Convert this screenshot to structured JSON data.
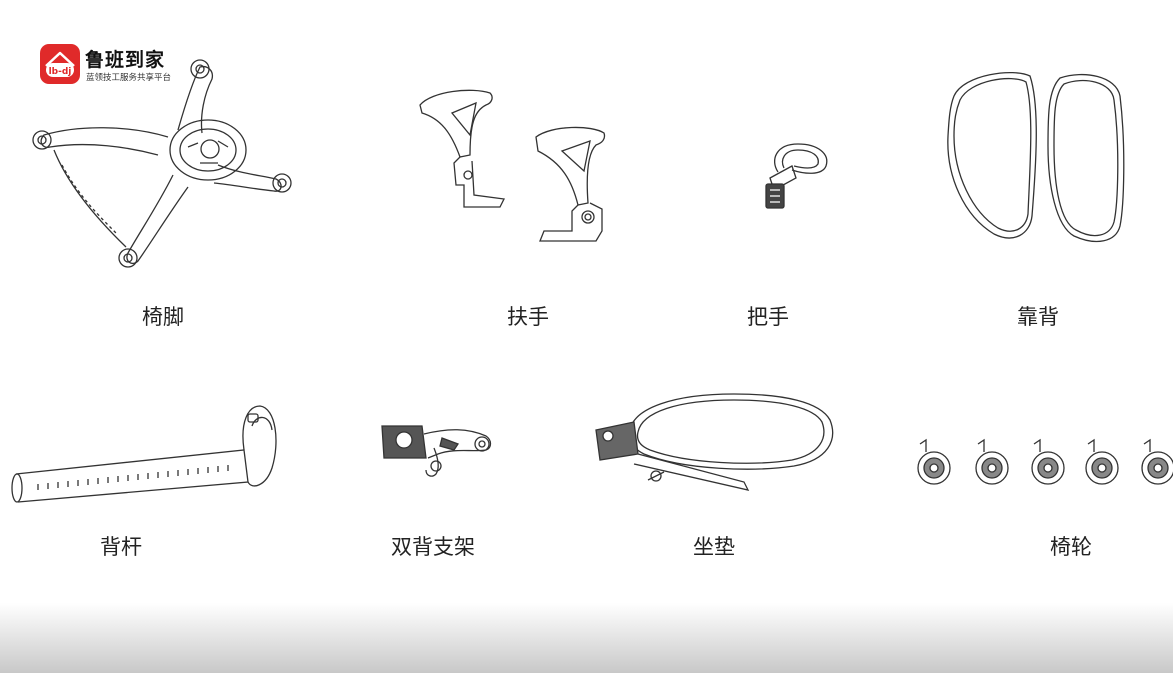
{
  "brand": {
    "name": "鲁班到家",
    "tagline": "蓝领技工服务共享平台",
    "badge_text": "lb-dj",
    "color": "#e02a2a"
  },
  "parts": [
    {
      "id": "chair-base",
      "label": "椅脚",
      "icon": "chair-base-drawing"
    },
    {
      "id": "armrest",
      "label": "扶手",
      "icon": "armrest-drawing"
    },
    {
      "id": "handle",
      "label": "把手",
      "icon": "handle-drawing"
    },
    {
      "id": "backrest",
      "label": "靠背",
      "icon": "backrest-drawing"
    },
    {
      "id": "back-rod",
      "label": "背杆",
      "icon": "back-rod-drawing"
    },
    {
      "id": "dual-back-bracket",
      "label": "双背支架",
      "icon": "dual-back-bracket-drawing"
    },
    {
      "id": "seat-cushion",
      "label": "坐垫",
      "icon": "seat-cushion-drawing"
    },
    {
      "id": "casters",
      "label": "椅轮",
      "icon": "casters-drawing"
    }
  ]
}
